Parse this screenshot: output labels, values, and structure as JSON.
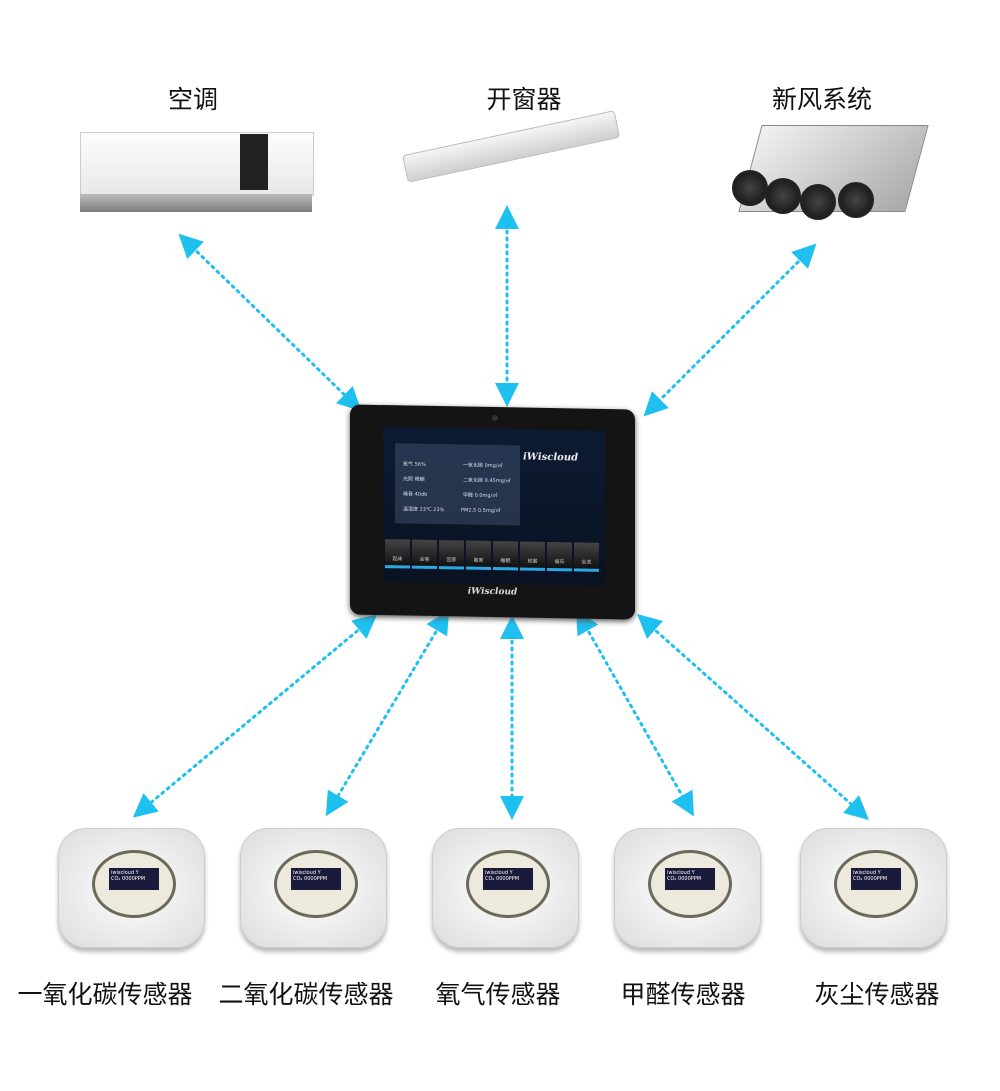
{
  "devices_top": [
    {
      "label": "空调"
    },
    {
      "label": "开窗器"
    },
    {
      "label": "新风系统"
    }
  ],
  "sensors": [
    {
      "label": "一氧化碳传感器"
    },
    {
      "label": "二氧化碳传感器"
    },
    {
      "label": "氧气传感器"
    },
    {
      "label": "甲醛传感器"
    },
    {
      "label": "灰尘传感器"
    }
  ],
  "sensor_display": {
    "line1": "iwiscloud   Y",
    "line2": "CO₂ 0000PPM",
    "brand": "iWiscloud"
  },
  "panel": {
    "brand": "iWiscloud",
    "readings_left": [
      "氧气 56%",
      "光照 晴朗",
      "噪音 40db",
      "温湿度 23℃ 23%"
    ],
    "readings_right": [
      "一氧化碳 0mg/㎡",
      "二氧化碳 0.45mg/㎡",
      "甲醛 0.0mg/㎡",
      "PM2.5 0.5mg/㎡"
    ],
    "scenes": [
      "起床",
      "会客",
      "回家",
      "离家",
      "睡眠",
      "就餐",
      "娱乐",
      "全关"
    ]
  },
  "colors": {
    "arrow": "#1ec0f0"
  }
}
